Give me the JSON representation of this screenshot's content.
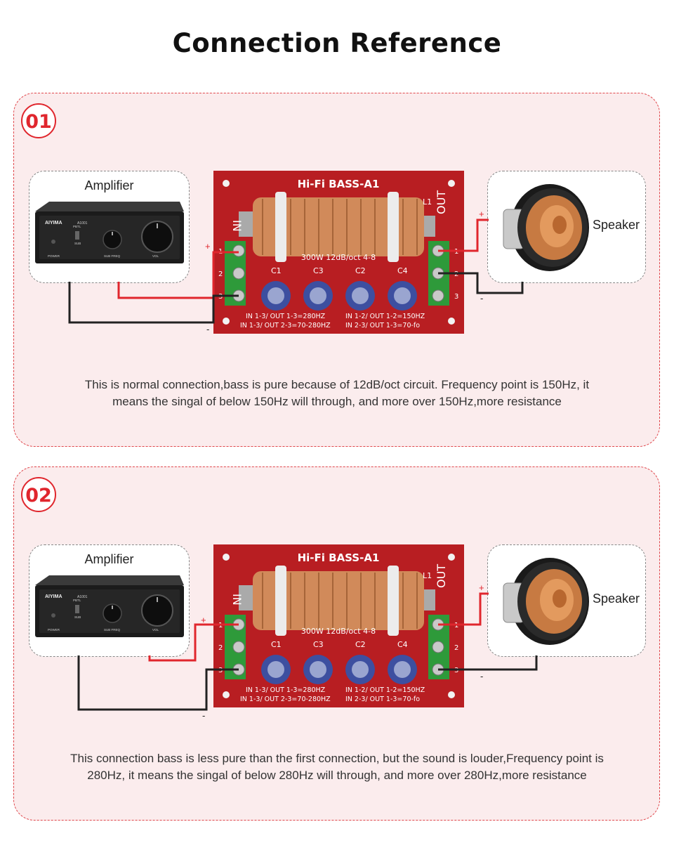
{
  "page": {
    "title": "Connection Reference"
  },
  "colors": {
    "accent": "#e0262d",
    "panel_bg": "#fbeced",
    "board": "#b81e22",
    "wire_red": "#e0262d",
    "wire_black": "#222222"
  },
  "sections": [
    {
      "number": "01",
      "amplifier_label": "Amplifier",
      "speaker_label": "Speaker",
      "board": {
        "name": "Hi-Fi BASS-A1",
        "in_label": "IN",
        "out_label": "OUT",
        "spec": "300W  12dB/oct  4-8",
        "caps": [
          "C1",
          "C3",
          "C2",
          "C4"
        ],
        "l_label": "L1",
        "left_terminals": [
          "1",
          "2",
          "3"
        ],
        "right_terminals": [
          "1",
          "2",
          "3"
        ],
        "note_left_1": "IN 1-3/ OUT 1-3=280HZ",
        "note_left_2": "IN 1-3/ OUT 2-3=70-280HZ",
        "note_right_1": "IN 1-2/ OUT 1-2=150HZ",
        "note_right_2": "IN 2-3/ OUT 1-3=70-fo"
      },
      "amp": {
        "brand": "AIYIMA",
        "model": "A1001",
        "switch_top": "PBTL",
        "switch_bottom": "SUB",
        "knob_label": "SUB FREQ",
        "power_label": "POWER",
        "vol_label": "VOL"
      },
      "plus": "+",
      "minus": "-",
      "description": "This is normal connection,bass is pure because of 12dB/oct circuit. Frequency point is 150Hz, it means the singal of below 150Hz will through, and more over 150Hz,more resistance"
    },
    {
      "number": "02",
      "amplifier_label": "Amplifier",
      "speaker_label": "Speaker",
      "board": {
        "name": "Hi-Fi BASS-A1",
        "in_label": "IN",
        "out_label": "OUT",
        "spec": "300W  12dB/oct  4-8",
        "caps": [
          "C1",
          "C3",
          "C2",
          "C4"
        ],
        "l_label": "L1",
        "left_terminals": [
          "1",
          "2",
          "3"
        ],
        "right_terminals": [
          "1",
          "2",
          "3"
        ],
        "note_left_1": "IN 1-3/ OUT 1-3=280HZ",
        "note_left_2": "IN 1-3/ OUT 2-3=70-280HZ",
        "note_right_1": "IN 1-2/ OUT 1-2=150HZ",
        "note_right_2": "IN 2-3/ OUT 1-3=70-fo"
      },
      "amp": {
        "brand": "AIYIMA",
        "model": "A1001",
        "switch_top": "PBTL",
        "switch_bottom": "SUB",
        "knob_label": "SUB FREQ",
        "power_label": "POWER",
        "vol_label": "VOL"
      },
      "plus": "+",
      "minus": "-",
      "description": "This connection bass is less pure than the first connection, but the sound is louder,Frequency point is 280Hz, it means the singal of below 280Hz will through, and more over 280Hz,more resistance"
    }
  ]
}
